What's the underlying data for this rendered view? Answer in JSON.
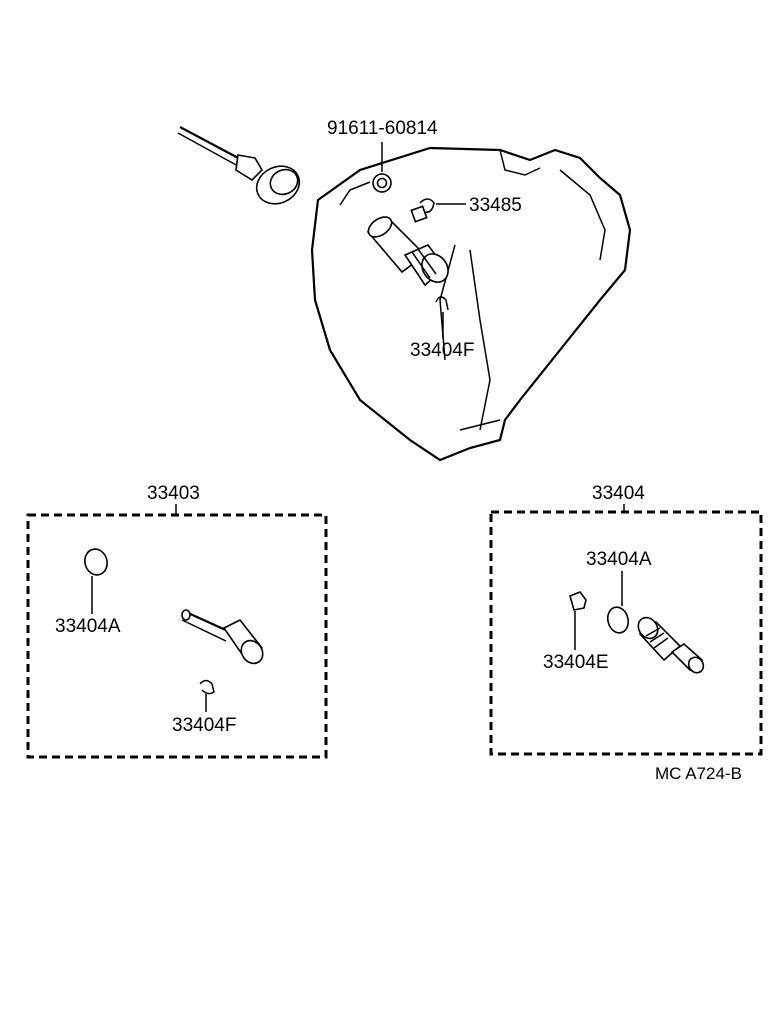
{
  "labels": {
    "bolt": "91611-60814",
    "clip": "33485",
    "pin_main": "33404F",
    "kit_left": "33403",
    "kit_left_oring": "33404A",
    "kit_left_pin": "33404F",
    "kit_right": "33404",
    "kit_right_oring": "33404A",
    "kit_right_seal": "33404E",
    "figure_code": "MC A724-B"
  }
}
